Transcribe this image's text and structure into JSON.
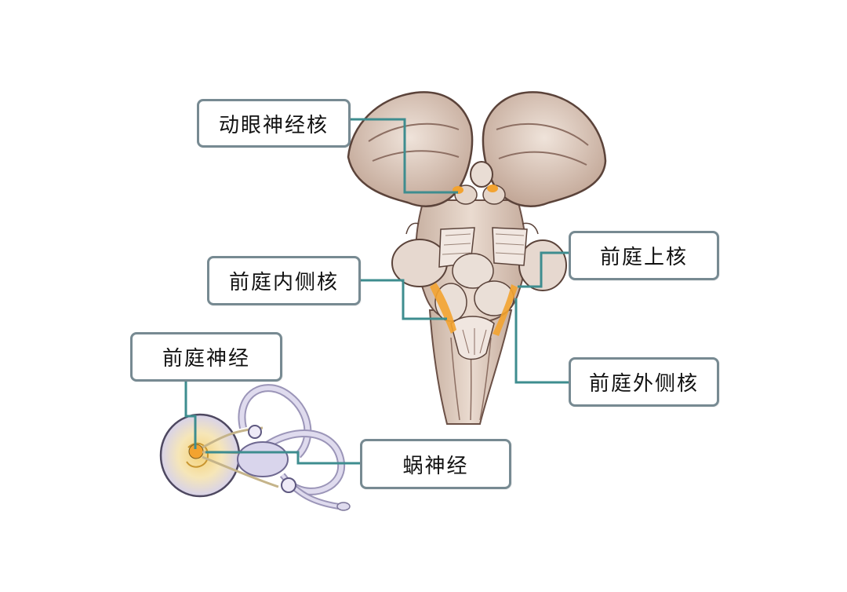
{
  "labels": {
    "oculomotor_nucleus": "动眼神经核",
    "vestibular_superior_nucleus": "前庭上核",
    "vestibular_medial_nucleus": "前庭内侧核",
    "vestibular_nerve": "前庭神经",
    "vestibular_lateral_nucleus": "前庭外侧核",
    "cochlear_nerve": "蜗神经"
  },
  "colors": {
    "leader_line": "#3e8d8f",
    "box_border": "#778a92",
    "brainstem_tissue": "#d9c6b9",
    "nucleus_highlight": "#f3a330",
    "inner_ear": "#cdc8e2"
  }
}
